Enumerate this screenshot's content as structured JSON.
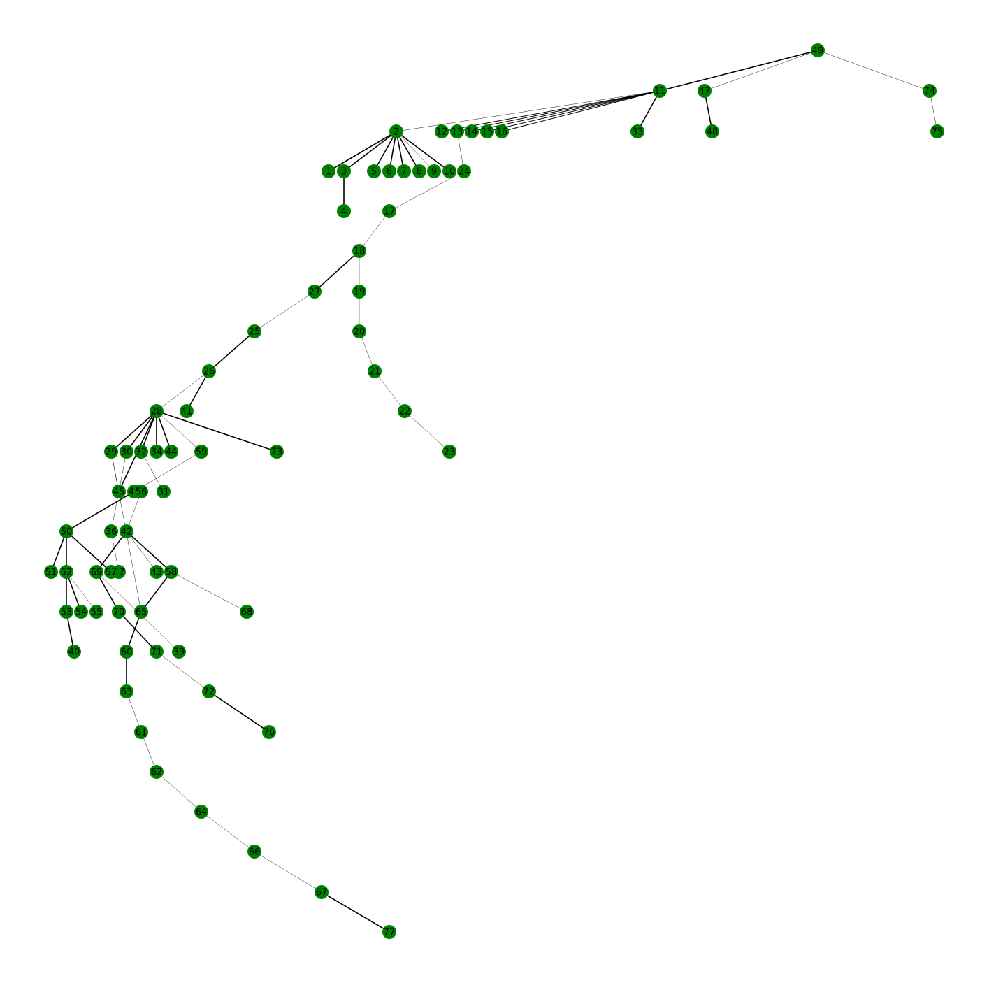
{
  "graph": {
    "node_color": "#008000",
    "edge_color": "#000000",
    "nodes": [
      "1",
      "2",
      "3",
      "4",
      "5",
      "6",
      "7",
      "8",
      "9",
      "10",
      "11",
      "12",
      "13",
      "14",
      "15",
      "16",
      "17",
      "18",
      "19",
      "20",
      "21",
      "22",
      "23",
      "24",
      "25",
      "26",
      "27",
      "28",
      "29",
      "30",
      "31",
      "32",
      "33",
      "34",
      "36",
      "37",
      "39",
      "40",
      "41",
      "42",
      "43",
      "44",
      "45",
      "46",
      "47",
      "48",
      "49",
      "50",
      "51",
      "52",
      "53",
      "54",
      "55",
      "56",
      "57",
      "58",
      "59",
      "60",
      "61",
      "62",
      "63",
      "64",
      "65",
      "66",
      "67",
      "68",
      "69",
      "70",
      "71",
      "72",
      "73",
      "74",
      "75",
      "76",
      "77"
    ],
    "edges": [
      {
        "source": "49",
        "target": "11",
        "weight": "heavy"
      },
      {
        "source": "49",
        "target": "47",
        "weight": "light"
      },
      {
        "source": "49",
        "target": "74",
        "weight": "light"
      },
      {
        "source": "74",
        "target": "75",
        "weight": "light"
      },
      {
        "source": "47",
        "target": "48",
        "weight": "heavy"
      },
      {
        "source": "11",
        "target": "33",
        "weight": "heavy"
      },
      {
        "source": "11",
        "target": "2",
        "weight": "light"
      },
      {
        "source": "11",
        "target": "12",
        "weight": "medium"
      },
      {
        "source": "11",
        "target": "13",
        "weight": "medium"
      },
      {
        "source": "11",
        "target": "14",
        "weight": "medium"
      },
      {
        "source": "11",
        "target": "15",
        "weight": "medium"
      },
      {
        "source": "11",
        "target": "16",
        "weight": "medium"
      },
      {
        "source": "2",
        "target": "1",
        "weight": "heavy"
      },
      {
        "source": "2",
        "target": "3",
        "weight": "heavy"
      },
      {
        "source": "2",
        "target": "5",
        "weight": "heavy"
      },
      {
        "source": "2",
        "target": "6",
        "weight": "heavy"
      },
      {
        "source": "2",
        "target": "7",
        "weight": "heavy"
      },
      {
        "source": "2",
        "target": "8",
        "weight": "heavy"
      },
      {
        "source": "2",
        "target": "9",
        "weight": "light"
      },
      {
        "source": "2",
        "target": "10",
        "weight": "heavy"
      },
      {
        "source": "3",
        "target": "4",
        "weight": "heavy"
      },
      {
        "source": "13",
        "target": "24",
        "weight": "light"
      },
      {
        "source": "24",
        "target": "17",
        "weight": "light"
      },
      {
        "source": "17",
        "target": "18",
        "weight": "light"
      },
      {
        "source": "18",
        "target": "19",
        "weight": "light"
      },
      {
        "source": "18",
        "target": "27",
        "weight": "heavy"
      },
      {
        "source": "19",
        "target": "20",
        "weight": "light"
      },
      {
        "source": "20",
        "target": "21",
        "weight": "light"
      },
      {
        "source": "21",
        "target": "22",
        "weight": "light"
      },
      {
        "source": "22",
        "target": "23",
        "weight": "light"
      },
      {
        "source": "27",
        "target": "25",
        "weight": "light"
      },
      {
        "source": "25",
        "target": "26",
        "weight": "heavy"
      },
      {
        "source": "26",
        "target": "41",
        "weight": "heavy"
      },
      {
        "source": "26",
        "target": "28",
        "weight": "light"
      },
      {
        "source": "28",
        "target": "29",
        "weight": "heavy"
      },
      {
        "source": "28",
        "target": "30",
        "weight": "heavy"
      },
      {
        "source": "28",
        "target": "32",
        "weight": "heavy"
      },
      {
        "source": "28",
        "target": "34",
        "weight": "heavy"
      },
      {
        "source": "28",
        "target": "44",
        "weight": "heavy"
      },
      {
        "source": "28",
        "target": "59",
        "weight": "light"
      },
      {
        "source": "28",
        "target": "73",
        "weight": "heavy"
      },
      {
        "source": "28",
        "target": "45",
        "weight": "heavy"
      },
      {
        "source": "29",
        "target": "65",
        "weight": "light"
      },
      {
        "source": "29",
        "target": "45",
        "weight": "light"
      },
      {
        "source": "32",
        "target": "31",
        "weight": "light"
      },
      {
        "source": "30",
        "target": "36",
        "weight": "light"
      },
      {
        "source": "59",
        "target": "46",
        "weight": "light"
      },
      {
        "source": "46",
        "target": "50",
        "weight": "heavy"
      },
      {
        "source": "56",
        "target": "42",
        "weight": "light"
      },
      {
        "source": "50",
        "target": "51",
        "weight": "heavy"
      },
      {
        "source": "50",
        "target": "52",
        "weight": "heavy"
      },
      {
        "source": "50",
        "target": "57",
        "weight": "heavy"
      },
      {
        "source": "52",
        "target": "53",
        "weight": "heavy"
      },
      {
        "source": "52",
        "target": "54",
        "weight": "heavy"
      },
      {
        "source": "52",
        "target": "55",
        "weight": "light"
      },
      {
        "source": "53",
        "target": "40",
        "weight": "heavy"
      },
      {
        "source": "36",
        "target": "37",
        "weight": "light"
      },
      {
        "source": "42",
        "target": "69",
        "weight": "heavy"
      },
      {
        "source": "42",
        "target": "43",
        "weight": "light"
      },
      {
        "source": "42",
        "target": "58",
        "weight": "heavy"
      },
      {
        "source": "69",
        "target": "70",
        "weight": "heavy"
      },
      {
        "source": "69",
        "target": "39",
        "weight": "light"
      },
      {
        "source": "70",
        "target": "71",
        "weight": "heavy"
      },
      {
        "source": "71",
        "target": "72",
        "weight": "light"
      },
      {
        "source": "72",
        "target": "76",
        "weight": "heavy"
      },
      {
        "source": "58",
        "target": "65",
        "weight": "heavy"
      },
      {
        "source": "58",
        "target": "68",
        "weight": "light"
      },
      {
        "source": "65",
        "target": "60",
        "weight": "heavy"
      },
      {
        "source": "60",
        "target": "63",
        "weight": "heavy"
      },
      {
        "source": "63",
        "target": "61",
        "weight": "light"
      },
      {
        "source": "61",
        "target": "62",
        "weight": "light"
      },
      {
        "source": "62",
        "target": "64",
        "weight": "light"
      },
      {
        "source": "64",
        "target": "66",
        "weight": "light"
      },
      {
        "source": "66",
        "target": "67",
        "weight": "light"
      },
      {
        "source": "67",
        "target": "77",
        "weight": "heavy"
      }
    ]
  }
}
